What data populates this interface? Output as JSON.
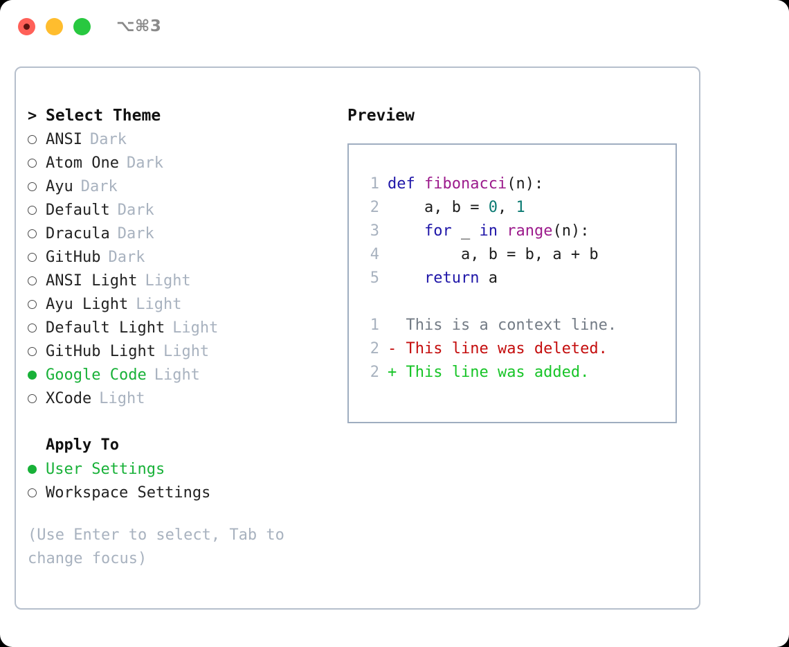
{
  "titlebar": {
    "shortcut": "⌥⌘3",
    "lights": [
      {
        "name": "close",
        "color": "#ff6058"
      },
      {
        "name": "minimize",
        "color": "#ffbd2e"
      },
      {
        "name": "maximize",
        "color": "#28c840"
      }
    ]
  },
  "theme_picker": {
    "caret": ">",
    "heading": "Select Theme",
    "unselected_marker": "○",
    "selected_marker": "●",
    "selected_color": "#18b138",
    "badge_color": "#a8b2bf",
    "items": [
      {
        "label": "ANSI",
        "badge": "Dark",
        "selected": false
      },
      {
        "label": "Atom One",
        "badge": "Dark",
        "selected": false
      },
      {
        "label": "Ayu",
        "badge": "Dark",
        "selected": false
      },
      {
        "label": "Default",
        "badge": "Dark",
        "selected": false
      },
      {
        "label": "Dracula",
        "badge": "Dark",
        "selected": false
      },
      {
        "label": "GitHub",
        "badge": "Dark",
        "selected": false
      },
      {
        "label": "ANSI Light",
        "badge": "Light",
        "selected": false
      },
      {
        "label": "Ayu Light",
        "badge": "Light",
        "selected": false
      },
      {
        "label": "Default Light",
        "badge": "Light",
        "selected": false
      },
      {
        "label": "GitHub Light",
        "badge": "Light",
        "selected": false
      },
      {
        "label": "Google Code",
        "badge": "Light",
        "selected": true
      },
      {
        "label": "XCode",
        "badge": "Light",
        "selected": false
      }
    ]
  },
  "apply_to": {
    "heading": "Apply To",
    "items": [
      {
        "label": "User Settings",
        "selected": true
      },
      {
        "label": "Workspace Settings",
        "selected": false
      }
    ]
  },
  "hint": "(Use Enter to select, Tab to change focus)",
  "preview": {
    "title": "Preview",
    "code_lines": [
      {
        "number": "1",
        "tokens": [
          {
            "text": "def ",
            "type": "kw"
          },
          {
            "text": "fibonacci",
            "type": "fn"
          },
          {
            "text": "(n):",
            "type": "txt"
          }
        ]
      },
      {
        "number": "2",
        "tokens": [
          {
            "text": "    a, b = ",
            "type": "txt"
          },
          {
            "text": "0",
            "type": "num"
          },
          {
            "text": ", ",
            "type": "txt"
          },
          {
            "text": "1",
            "type": "num"
          }
        ]
      },
      {
        "number": "3",
        "tokens": [
          {
            "text": "    ",
            "type": "txt"
          },
          {
            "text": "for",
            "type": "kw"
          },
          {
            "text": " _ ",
            "type": "txt"
          },
          {
            "text": "in",
            "type": "kw"
          },
          {
            "text": " ",
            "type": "txt"
          },
          {
            "text": "range",
            "type": "fn"
          },
          {
            "text": "(n):",
            "type": "txt"
          }
        ]
      },
      {
        "number": "4",
        "tokens": [
          {
            "text": "        a, b = b, a + b",
            "type": "txt"
          }
        ]
      },
      {
        "number": "5",
        "tokens": [
          {
            "text": "    ",
            "type": "txt"
          },
          {
            "text": "return",
            "type": "kw"
          },
          {
            "text": " a",
            "type": "txt"
          }
        ]
      }
    ],
    "diff_lines": [
      {
        "number": "1",
        "marker": " ",
        "text": " This is a context line.",
        "type": "ctx"
      },
      {
        "number": "2",
        "marker": "-",
        "text": " This line was deleted.",
        "type": "del"
      },
      {
        "number": "2",
        "marker": "+",
        "text": " This line was added.",
        "type": "add"
      }
    ]
  }
}
